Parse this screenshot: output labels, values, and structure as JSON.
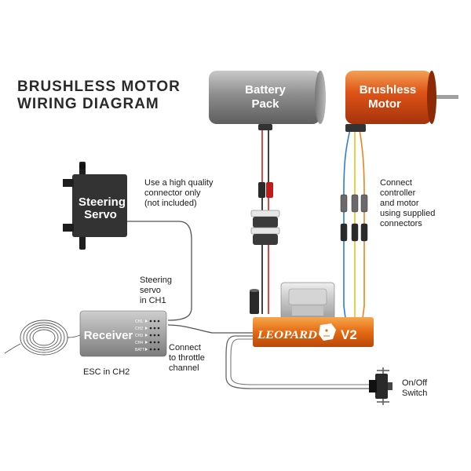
{
  "title": {
    "line1": "BRUSHLESS MOTOR",
    "line2": "WIRING DIAGRAM"
  },
  "battery": {
    "line1": "Battery",
    "line2": "Pack"
  },
  "motor": {
    "line1": "Brushless",
    "line2": "Motor"
  },
  "servo": {
    "line1": "Steering",
    "line2": "Servo"
  },
  "receiver": {
    "label": "Receiver",
    "channels": [
      "CH1",
      "CH2",
      "CH3",
      "CH4",
      "BATT"
    ]
  },
  "esc": {
    "brand": "LEOPARD",
    "version": "V2"
  },
  "annotations": {
    "connector_note": [
      "Use a high quality",
      "connector only",
      "(not included)"
    ],
    "motor_note": [
      "Connect",
      "controller",
      "and motor",
      "using supplied",
      "connectors"
    ],
    "servo_note": [
      "Steering",
      "servo",
      "in CH1"
    ],
    "throttle_note": [
      "Connect",
      "to throttle",
      "channel"
    ],
    "esc_note": "ESC in CH2",
    "switch_note": [
      "On/Off",
      "Switch"
    ]
  },
  "colors": {
    "battery_body": "#9a9a9a",
    "motor_body": "#e0561c",
    "esc_body": "#f07a1a",
    "receiver_body": "#a8a8a8",
    "servo_body": "#333333",
    "wire_red": "#d11919",
    "wire_black": "#111111",
    "wire_blue": "#2b7fd1",
    "wire_yellow": "#e8c21a",
    "wire_orange": "#e8861a"
  }
}
